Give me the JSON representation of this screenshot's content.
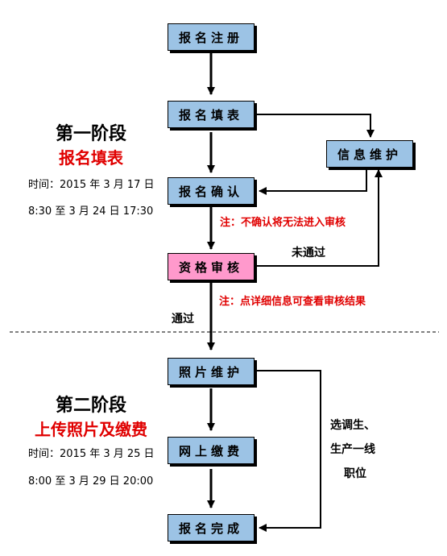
{
  "stage1": {
    "title": "第一阶段",
    "subtitle": "报名填表",
    "time_line1": "时间：2015 年 3 月 17 日",
    "time_line2": "8:30 至 3 月 24 日 17:30"
  },
  "stage2": {
    "title": "第二阶段",
    "subtitle": "上传照片及缴费",
    "time_line1": "时间：2015 年 3 月 25 日",
    "time_line2": "8:00 至 3 月 29 日 20:00"
  },
  "nodes": {
    "register": "报名注册",
    "fill_form": "报名填表",
    "info_maintain": "信息维护",
    "confirm": "报名确认",
    "qualification_review": "资格审核",
    "photo_maintain": "照片维护",
    "online_payment": "网上缴费",
    "complete": "报名完成"
  },
  "notes": {
    "confirm_note": "注：不确认将无法进入审核",
    "review_note": "注：点详细信息可查看审核结果"
  },
  "edge_labels": {
    "not_passed": "未通过",
    "passed": "通过",
    "special_line1": "选调生、",
    "special_line2": "生产一线",
    "special_line3": "职位"
  },
  "colors": {
    "box_blue": "#9cc3e5",
    "box_pink": "#ff99cc",
    "accent_red": "#e00000"
  }
}
